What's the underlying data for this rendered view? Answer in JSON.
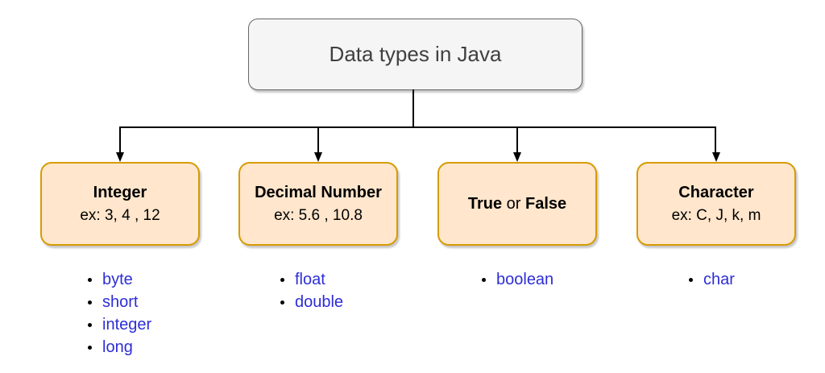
{
  "root": {
    "label": "Data types in Java"
  },
  "branches": [
    {
      "title": "Integer",
      "example": "ex: 3, 4 , 12",
      "items": [
        "byte",
        "short",
        "integer",
        "long"
      ]
    },
    {
      "title": "Decimal Number",
      "example": "ex: 5.6 , 10.8",
      "items": [
        "float",
        "double"
      ]
    },
    {
      "title_bold_left": "True",
      "title_or": " or ",
      "title_bold_right": "False",
      "items": [
        "boolean"
      ]
    },
    {
      "title": "Character",
      "example": "ex: C, J, k, m",
      "items": [
        "char"
      ]
    }
  ],
  "palette": {
    "root_fill": "#f5f5f5",
    "root_border": "#666666",
    "root_text": "#404040",
    "branch_fill": "#ffe6cc",
    "branch_border": "#d79b00",
    "branch_text": "#000000",
    "connector": "#000000",
    "list_text": "#2d2dd7",
    "bullet": "#000000",
    "background": "#ffffff"
  }
}
